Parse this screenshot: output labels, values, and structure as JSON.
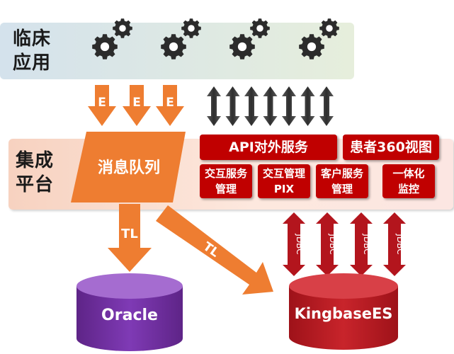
{
  "layers": {
    "clinical": "临床\n应用",
    "integration": "集成\n平台"
  },
  "queue": "消息队列",
  "flow_labels": {
    "e": "E",
    "tl": "TL",
    "jdbc": "JDBC"
  },
  "services": {
    "api": "API对外服务",
    "view360": "患者360视图",
    "items": [
      "交互服务\n管理",
      "交互管理\nPIX",
      "客户服务\n管理",
      "一体化\n监控"
    ]
  },
  "databases": {
    "oracle": "Oracle",
    "kingbase": "KingbaseES"
  },
  "colors": {
    "orange": "#ee7d31",
    "red": "#c00000",
    "purple": "#7030a0",
    "dark_red": "#b3151d",
    "gear": "#2b2b2b",
    "grey_arrow": "#3a3a3a"
  },
  "icons": [
    "gear-icon",
    "double-arrow-icon",
    "database-icon"
  ]
}
